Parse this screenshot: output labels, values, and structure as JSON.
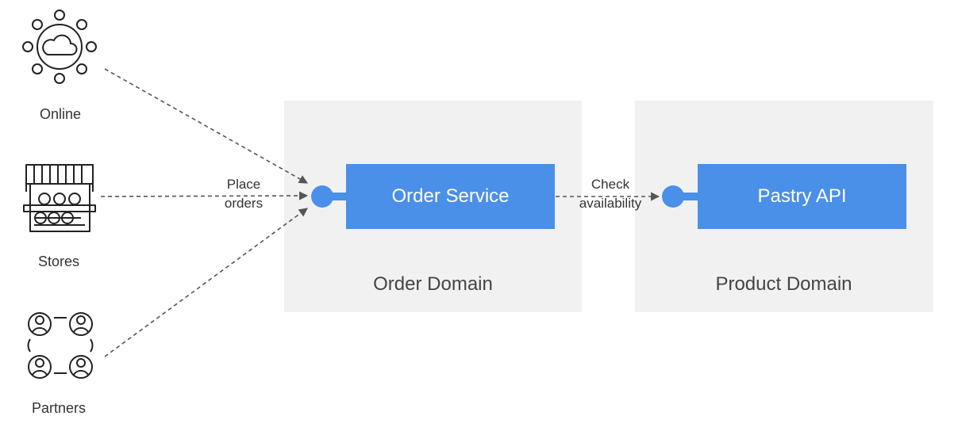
{
  "actors": [
    {
      "id": "online",
      "label": "Online",
      "icon": "cloud-network-icon"
    },
    {
      "id": "stores",
      "label": "Stores",
      "icon": "storefront-icon"
    },
    {
      "id": "partners",
      "label": "Partners",
      "icon": "partners-group-icon"
    }
  ],
  "domains": {
    "order": {
      "label": "Order Domain",
      "service": "Order Service"
    },
    "product": {
      "label": "Product Domain",
      "service": "Pastry API"
    }
  },
  "edges": {
    "place_orders": {
      "line1": "Place",
      "line2": "orders"
    },
    "check_availability": {
      "line1": "Check",
      "line2": "availability"
    }
  },
  "colors": {
    "service": "#4a8fe8",
    "domain_bg": "#f1f1f2",
    "connector": "#555555",
    "icon_stroke": "#222222"
  }
}
